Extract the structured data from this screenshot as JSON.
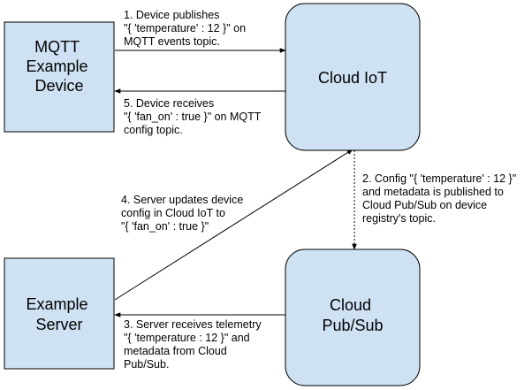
{
  "colors": {
    "box_fill": "#cfe2f3",
    "box_stroke": "#000000",
    "edge": "#000000"
  },
  "nodes": {
    "mqtt_device": {
      "lines": [
        "MQTT",
        "Example",
        "Device"
      ]
    },
    "cloud_iot": {
      "lines": [
        "Cloud IoT"
      ]
    },
    "example_server": {
      "lines": [
        "Example",
        "Server"
      ]
    },
    "cloud_pubsub": {
      "lines": [
        "Cloud",
        "Pub/Sub"
      ]
    }
  },
  "edges": {
    "step1": {
      "lines": [
        "1. Device publishes",
        "\"{ 'temperature' : 12 }\" on",
        "MQTT events topic."
      ]
    },
    "step5": {
      "lines": [
        "5. Device receives",
        "\"{ 'fan_on' : true }\" on MQTT",
        "config topic."
      ]
    },
    "step2": {
      "lines": [
        "2. Config \"{ 'temperature' : 12 }\"",
        "and metadata is published to",
        "Cloud Pub/Sub on device",
        "registry's topic."
      ]
    },
    "step4": {
      "lines": [
        "4. Server updates device",
        "config in Cloud IoT to",
        "\"{ 'fan_on' : true }\""
      ]
    },
    "step3": {
      "lines": [
        "3. Server receives telemetry",
        "\"{ 'temperature : 12 }\" and",
        "metadata from Cloud",
        "Pub/Sub."
      ]
    }
  }
}
